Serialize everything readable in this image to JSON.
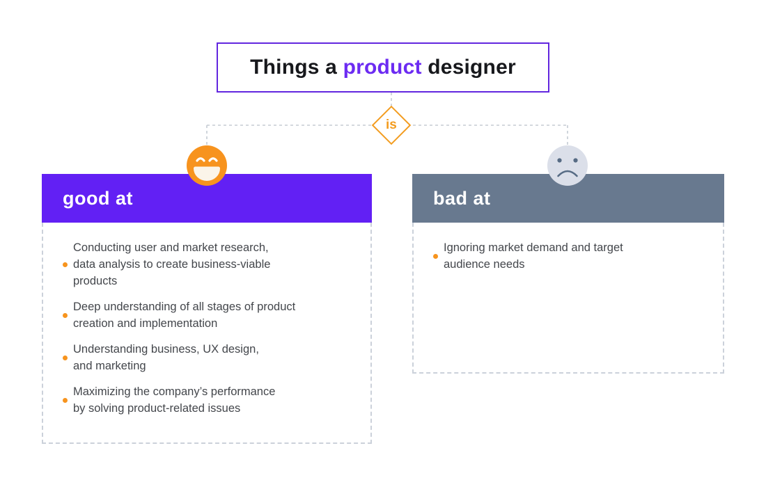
{
  "title": {
    "prefix": "Things a ",
    "highlight": "product",
    "suffix": " designer"
  },
  "connector": {
    "label": "is"
  },
  "columns": [
    {
      "id": "good",
      "header": "good at",
      "icon": "smiley-face-icon",
      "items": [
        "Conducting user and market research,\ndata analysis to create business-viable\nproducts",
        "Deep understanding of all stages of product\ncreation and implementation",
        "Understanding business, UX design,\nand marketing",
        "Maximizing the company’s performance\nby solving product-related issues"
      ]
    },
    {
      "id": "bad",
      "header": "bad at",
      "icon": "sad-face-icon",
      "items": [
        "Ignoring market demand and target\naudience needs"
      ]
    }
  ],
  "colors": {
    "brand_purple": "#6220f4",
    "title_border_purple": "#6226df",
    "highlight_purple": "#6c2bf2",
    "accent_orange": "#f7941e",
    "diamond_orange": "#f39c1f",
    "slate_header": "#68798f",
    "sad_face_gray": "#dbdfe9",
    "sad_face_features": "#566b84",
    "dashed_line_gray": "#c5cbd3",
    "panel_border_gray": "#cbd1da",
    "body_text": "#43464b"
  }
}
